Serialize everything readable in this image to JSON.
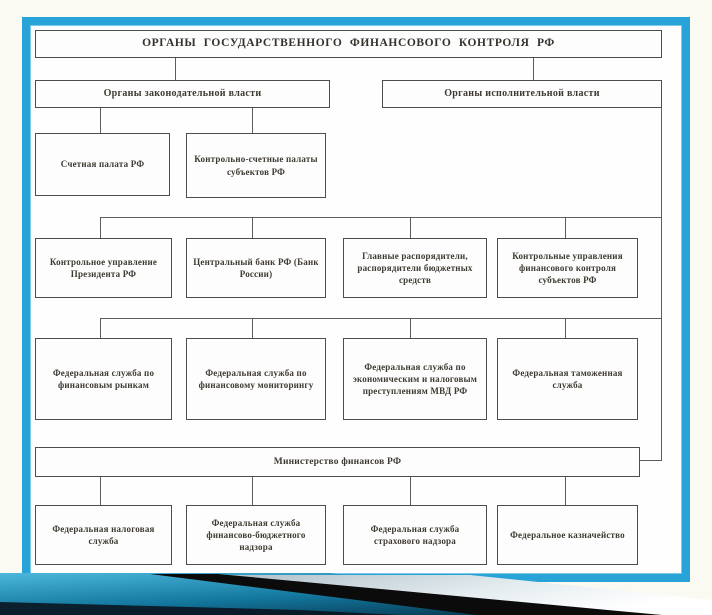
{
  "slide": {
    "title": "ОРГАНЫ ГОСУДАРСТВЕННОГО ФИНАНСОВОГО КОНТРОЛЯ РФ"
  },
  "nodes": {
    "root": "ОРГАНЫ ГОСУДАРСТВЕННОГО ФИНАНСОВОГО КОНТРОЛЯ РФ",
    "legislative": "Органы законодательной власти",
    "executive": "Органы исполнительной власти",
    "accounts_chamber": "Счетная палата РФ",
    "regional_accounts_chambers": "Контрольно-счетные палаты субъектов РФ",
    "presidential_control": "Контрольное управление Президента РФ",
    "central_bank": "Центральный банк РФ (Банк России)",
    "budget_administrators": "Главные распорядители, распорядители бюджетных средств",
    "regional_financial_control": "Контрольные управления финансового контроля субъектов РФ",
    "financial_markets_service": "Федеральная служба по финансовым рынкам",
    "financial_monitoring_service": "Федеральная служба по финансовому мониторингу",
    "economic_tax_crimes_service": "Федеральная служба по экономическим и налоговым преступлениям МВД РФ",
    "customs_service": "Федеральная таможенная служба",
    "ministry_of_finance": "Министерство финансов РФ",
    "tax_service": "Федеральная налоговая служба",
    "budget_supervision_service": "Федеральная служба финансово-бюджетного надзора",
    "insurance_supervision_service": "Федеральная служба страхового надзора",
    "treasury": "Федеральное казначейство"
  },
  "colors": {
    "frame_border": "#28a3d8",
    "box_border": "#4d4d4d",
    "text": "#3e3a32",
    "connector": "#5d5d5d",
    "footer_teal_light": "#4cb8dc",
    "footer_teal_dark": "#07384f",
    "footer_black": "#0b0b0b",
    "footer_silver": "#aebfc9"
  }
}
